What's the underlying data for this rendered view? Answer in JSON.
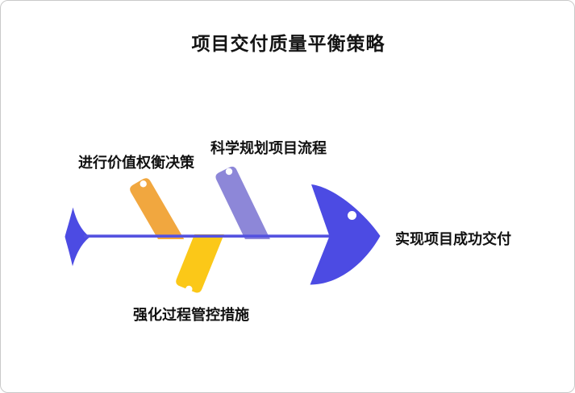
{
  "title": "项目交付质量平衡策略",
  "diagram": {
    "type": "fishbone",
    "spine_color": "#5452E0",
    "tail_color": "#4C4BE3",
    "dot_color": "#FFFFFF",
    "head": {
      "label": "实现项目成功交付",
      "color": "#4C4BE3"
    },
    "bones": [
      {
        "label": "进行价值权衡决策",
        "position": "top",
        "color": "#F1A73F"
      },
      {
        "label": "科学规划项目流程",
        "position": "top",
        "color": "#8D87D8"
      },
      {
        "label": "强化过程管控措施",
        "position": "bottom",
        "color": "#FBC818"
      }
    ]
  }
}
